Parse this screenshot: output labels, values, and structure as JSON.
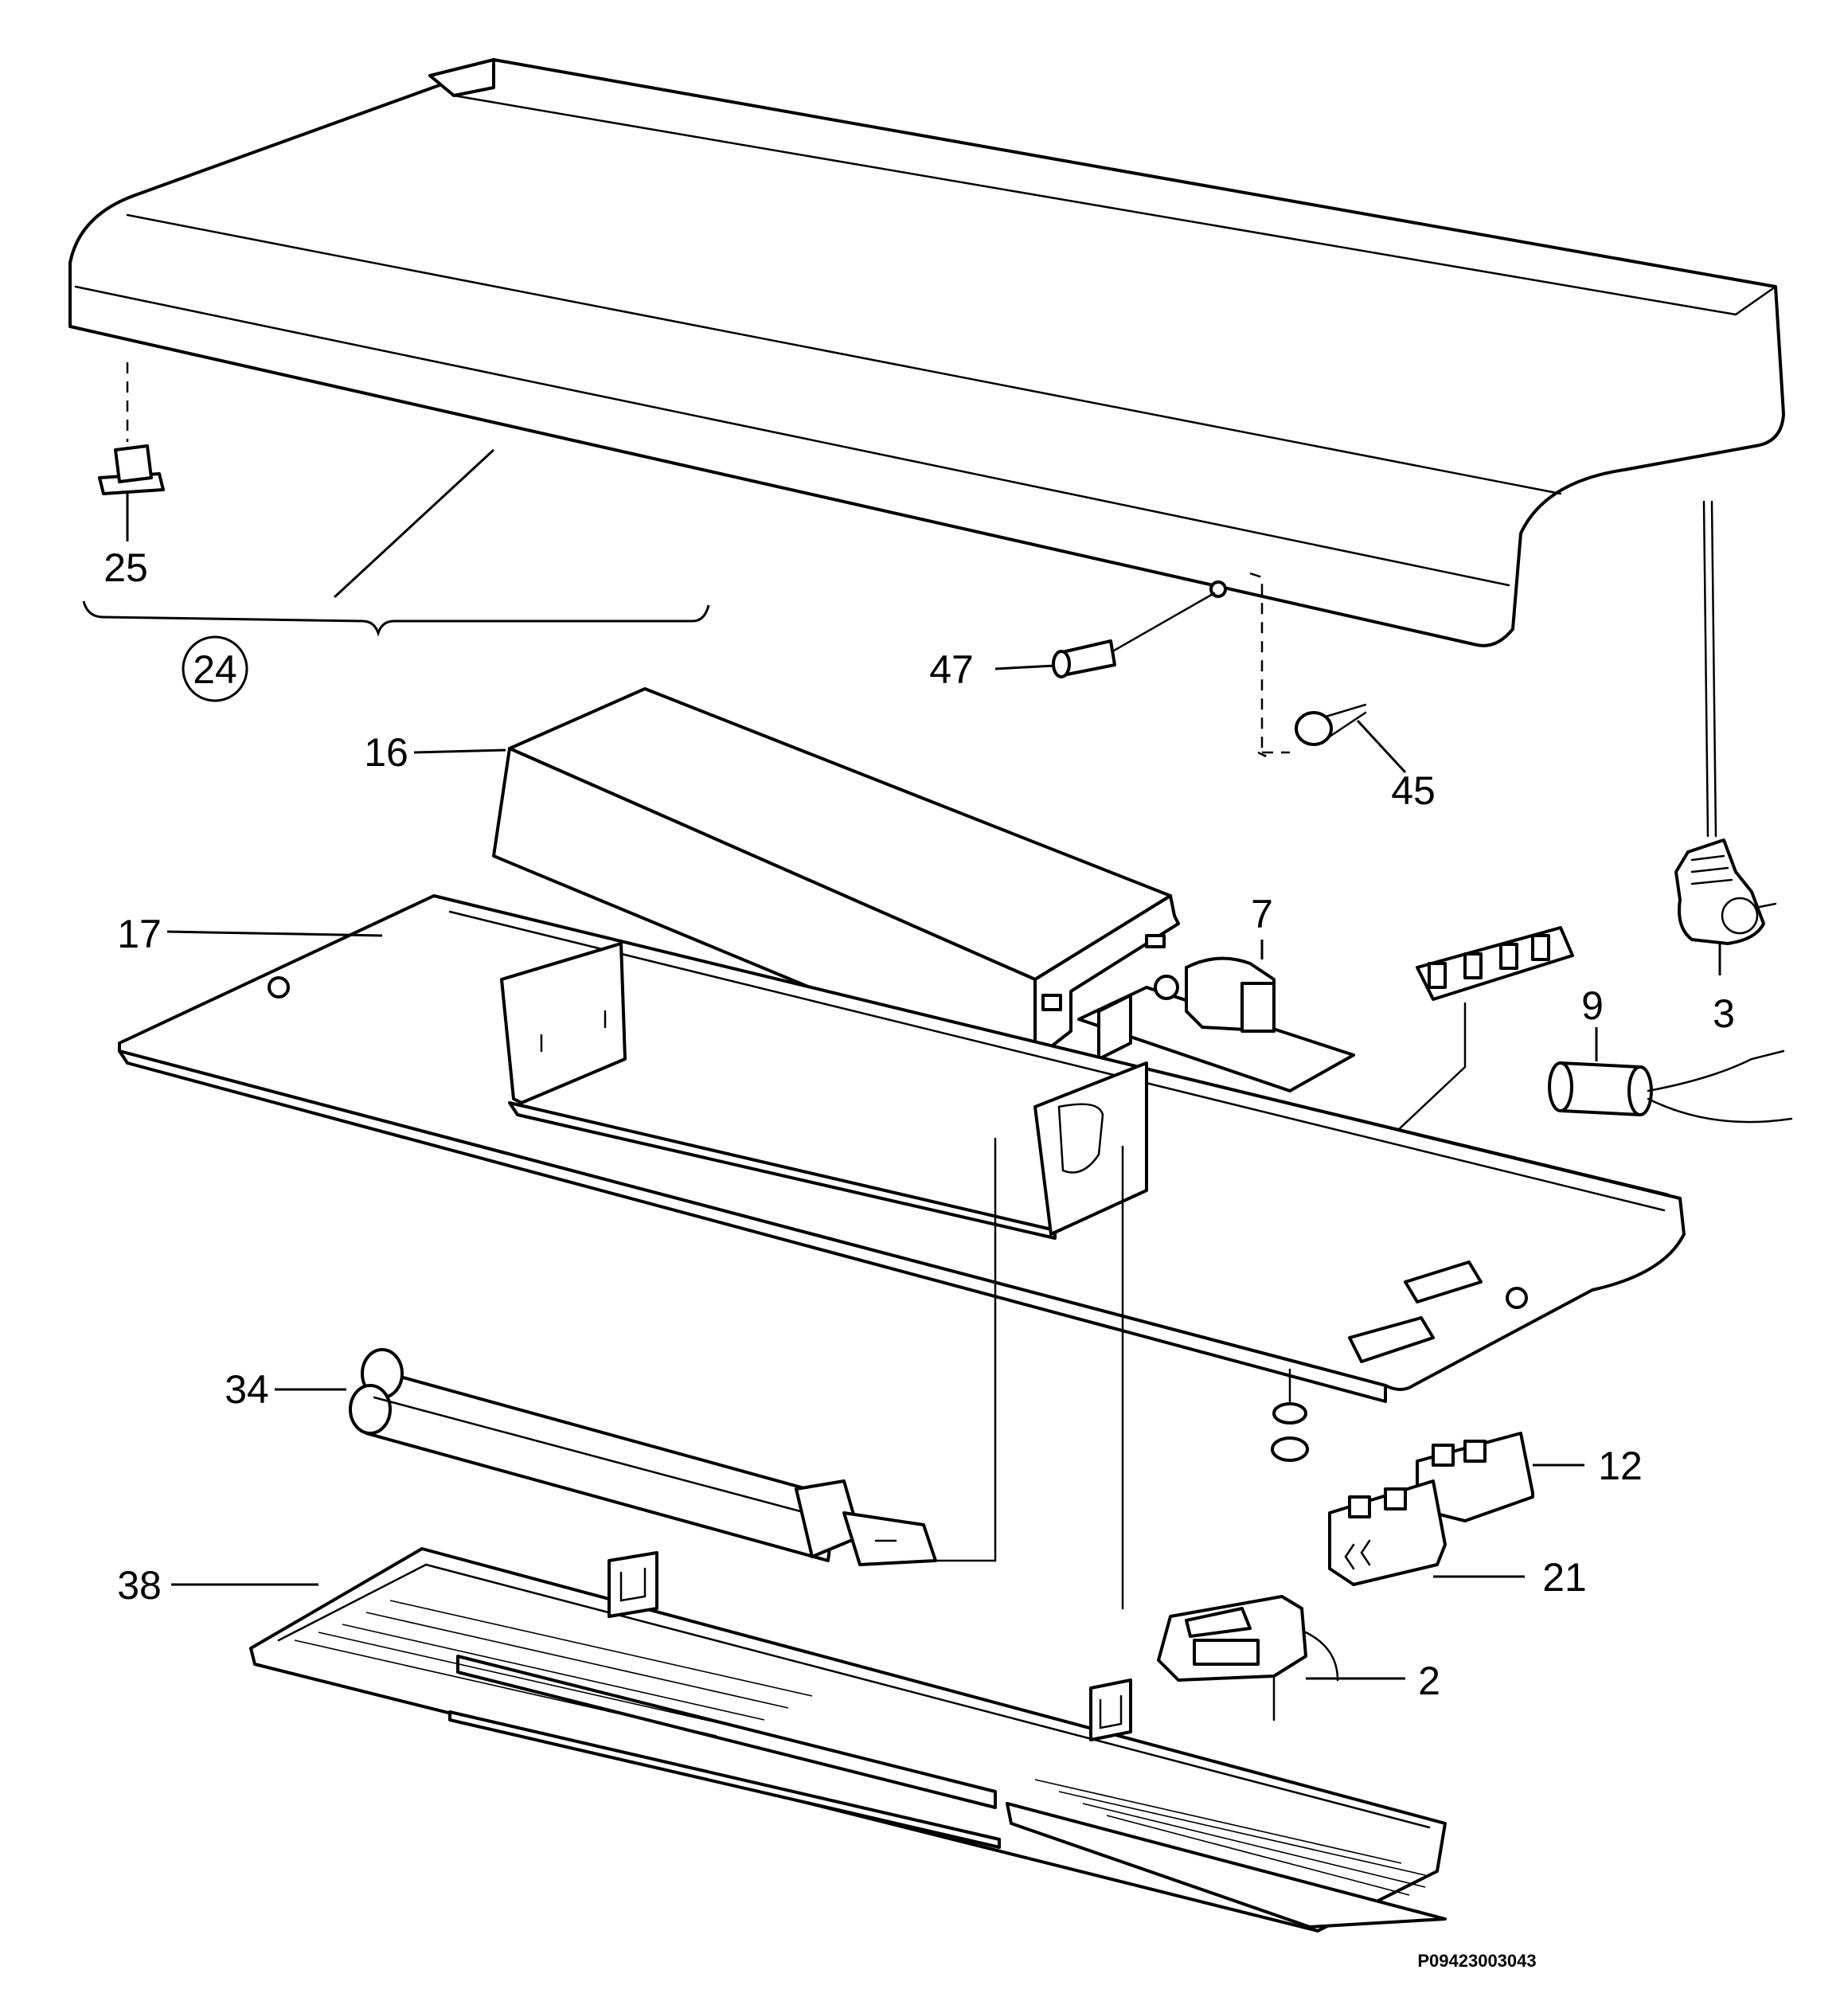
{
  "diagram_id": "P09423003043",
  "callouts": {
    "c24": "24",
    "c25": "25",
    "c47": "47",
    "c45": "45",
    "c16": "16",
    "c17": "17",
    "c7": "7",
    "c9": "9",
    "c3": "3",
    "c34": "34",
    "c12": "12",
    "c21": "21",
    "c38": "38",
    "c2": "2"
  }
}
